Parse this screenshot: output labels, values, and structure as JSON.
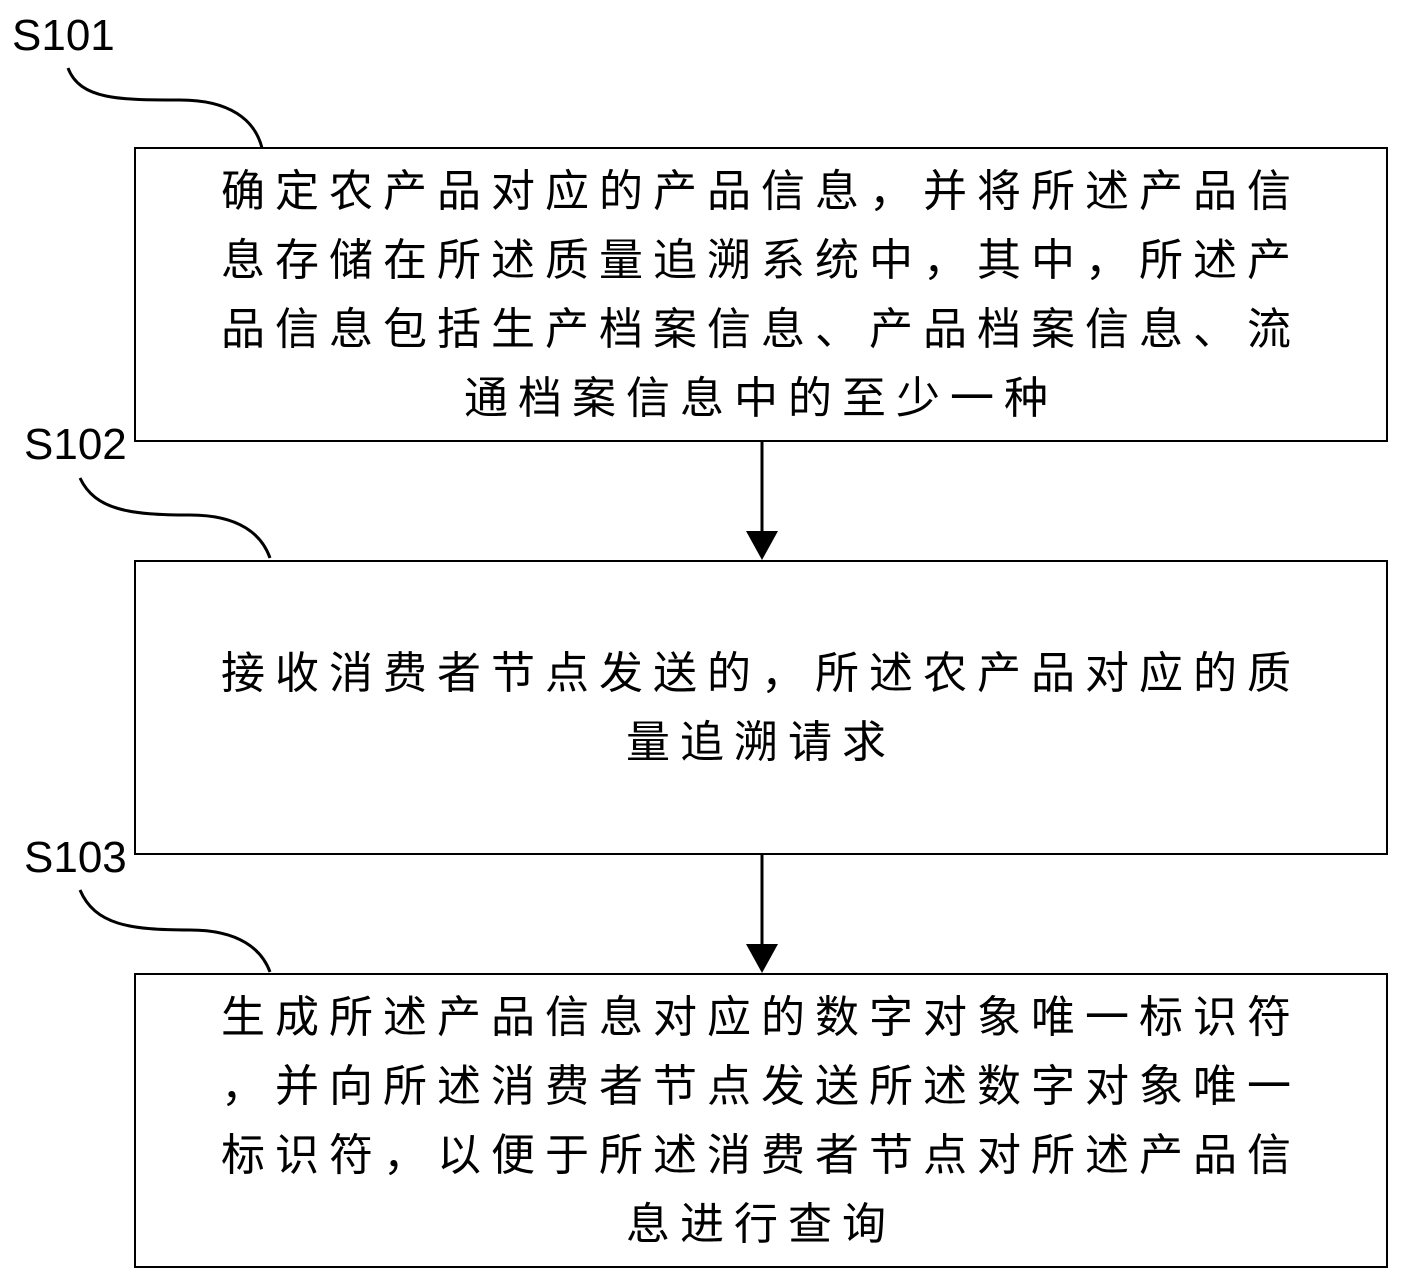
{
  "steps": [
    {
      "label": "S101",
      "text": "确定农产品对应的产品信息，并将所述产品信\n息存储在所述质量追溯系统中，其中，所述产\n品信息包括生产档案信息、产品档案信息、流\n通档案信息中的至少一种"
    },
    {
      "label": "S102",
      "text": "接收消费者节点发送的，所述农产品对应的质\n量追溯请求"
    },
    {
      "label": "S103",
      "text": "生成所述产品信息对应的数字对象唯一标识符\n，并向所述消费者节点发送所述数字对象唯一\n标识符，以便于所述消费者节点对所述产品信\n息进行查询"
    }
  ]
}
